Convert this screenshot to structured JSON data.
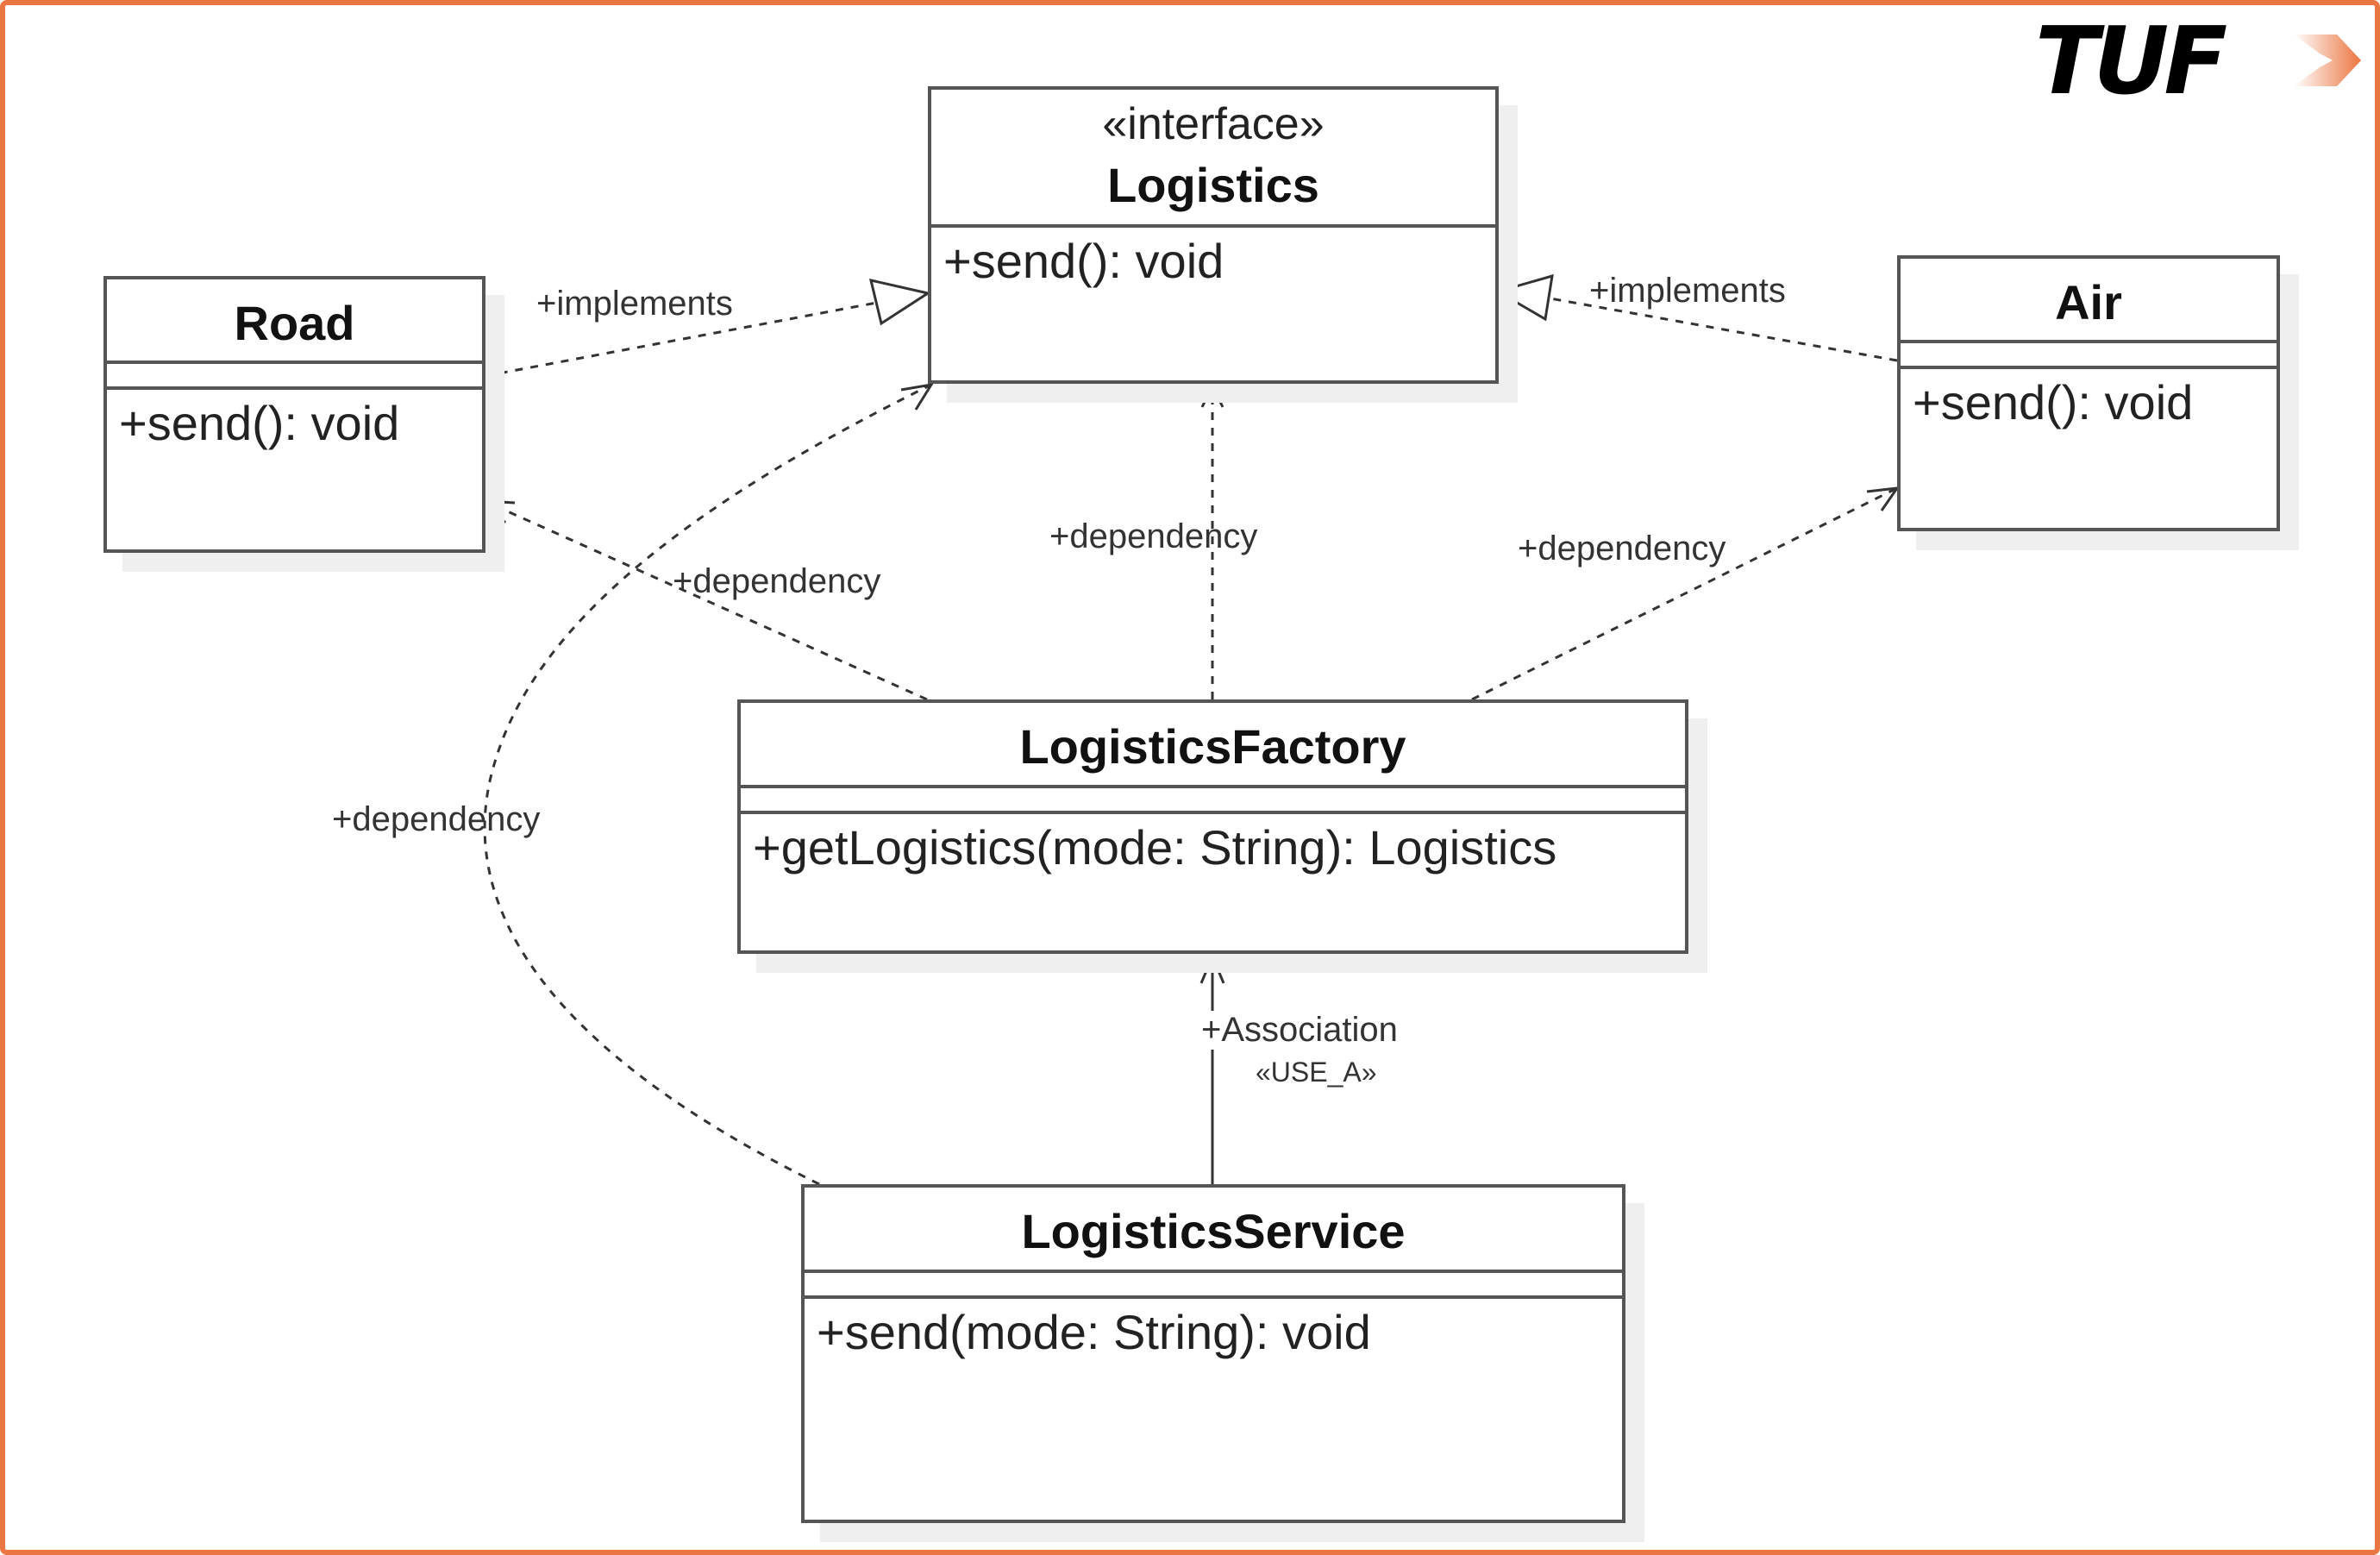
{
  "logo": {
    "text": "TUF",
    "accent_color": "#EC7641"
  },
  "border_color": "#EC7641",
  "classes": {
    "logistics": {
      "stereotype": "«interface»",
      "name": "Logistics",
      "operations": [
        "+send(): void"
      ]
    },
    "road": {
      "name": "Road",
      "operations": [
        "+send(): void"
      ]
    },
    "air": {
      "name": "Air",
      "operations": [
        "+send(): void"
      ]
    },
    "factory": {
      "name": "LogisticsFactory",
      "operations": [
        "+getLogistics(mode: String): Logistics"
      ]
    },
    "service": {
      "name": "LogisticsService",
      "operations": [
        "+send(mode: String): void"
      ]
    }
  },
  "relations": {
    "road_implements": "+implements",
    "air_implements": "+implements",
    "factory_dep_logistics": "+dependency",
    "factory_dep_road": "+dependency",
    "factory_dep_air": "+dependency",
    "service_dep_logistics": "+dependency",
    "service_assoc_factory": "+Association",
    "service_assoc_stereotype": "«USE_A»"
  }
}
